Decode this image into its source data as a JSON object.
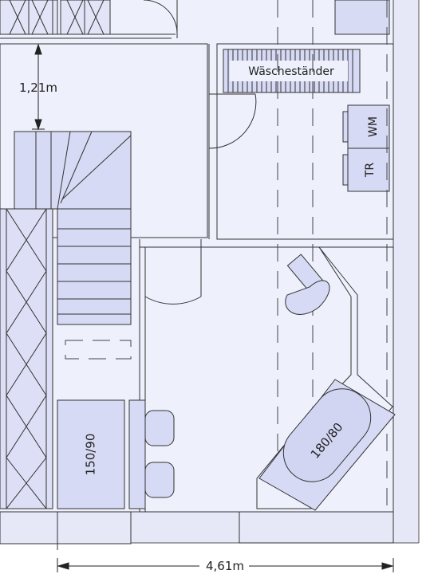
{
  "labels": {
    "dim_vertical": "1,21m",
    "dim_horizontal": "4,61m",
    "drying_rack": "Wäscheständer",
    "washer": "WM",
    "dryer": "TR",
    "bathtub": "180/80",
    "shower": "150/90"
  },
  "colors": {
    "floor": "#e8eaf9",
    "room": "#f1f2fc",
    "fixture": "#d5d8f3",
    "line": "#333333"
  }
}
